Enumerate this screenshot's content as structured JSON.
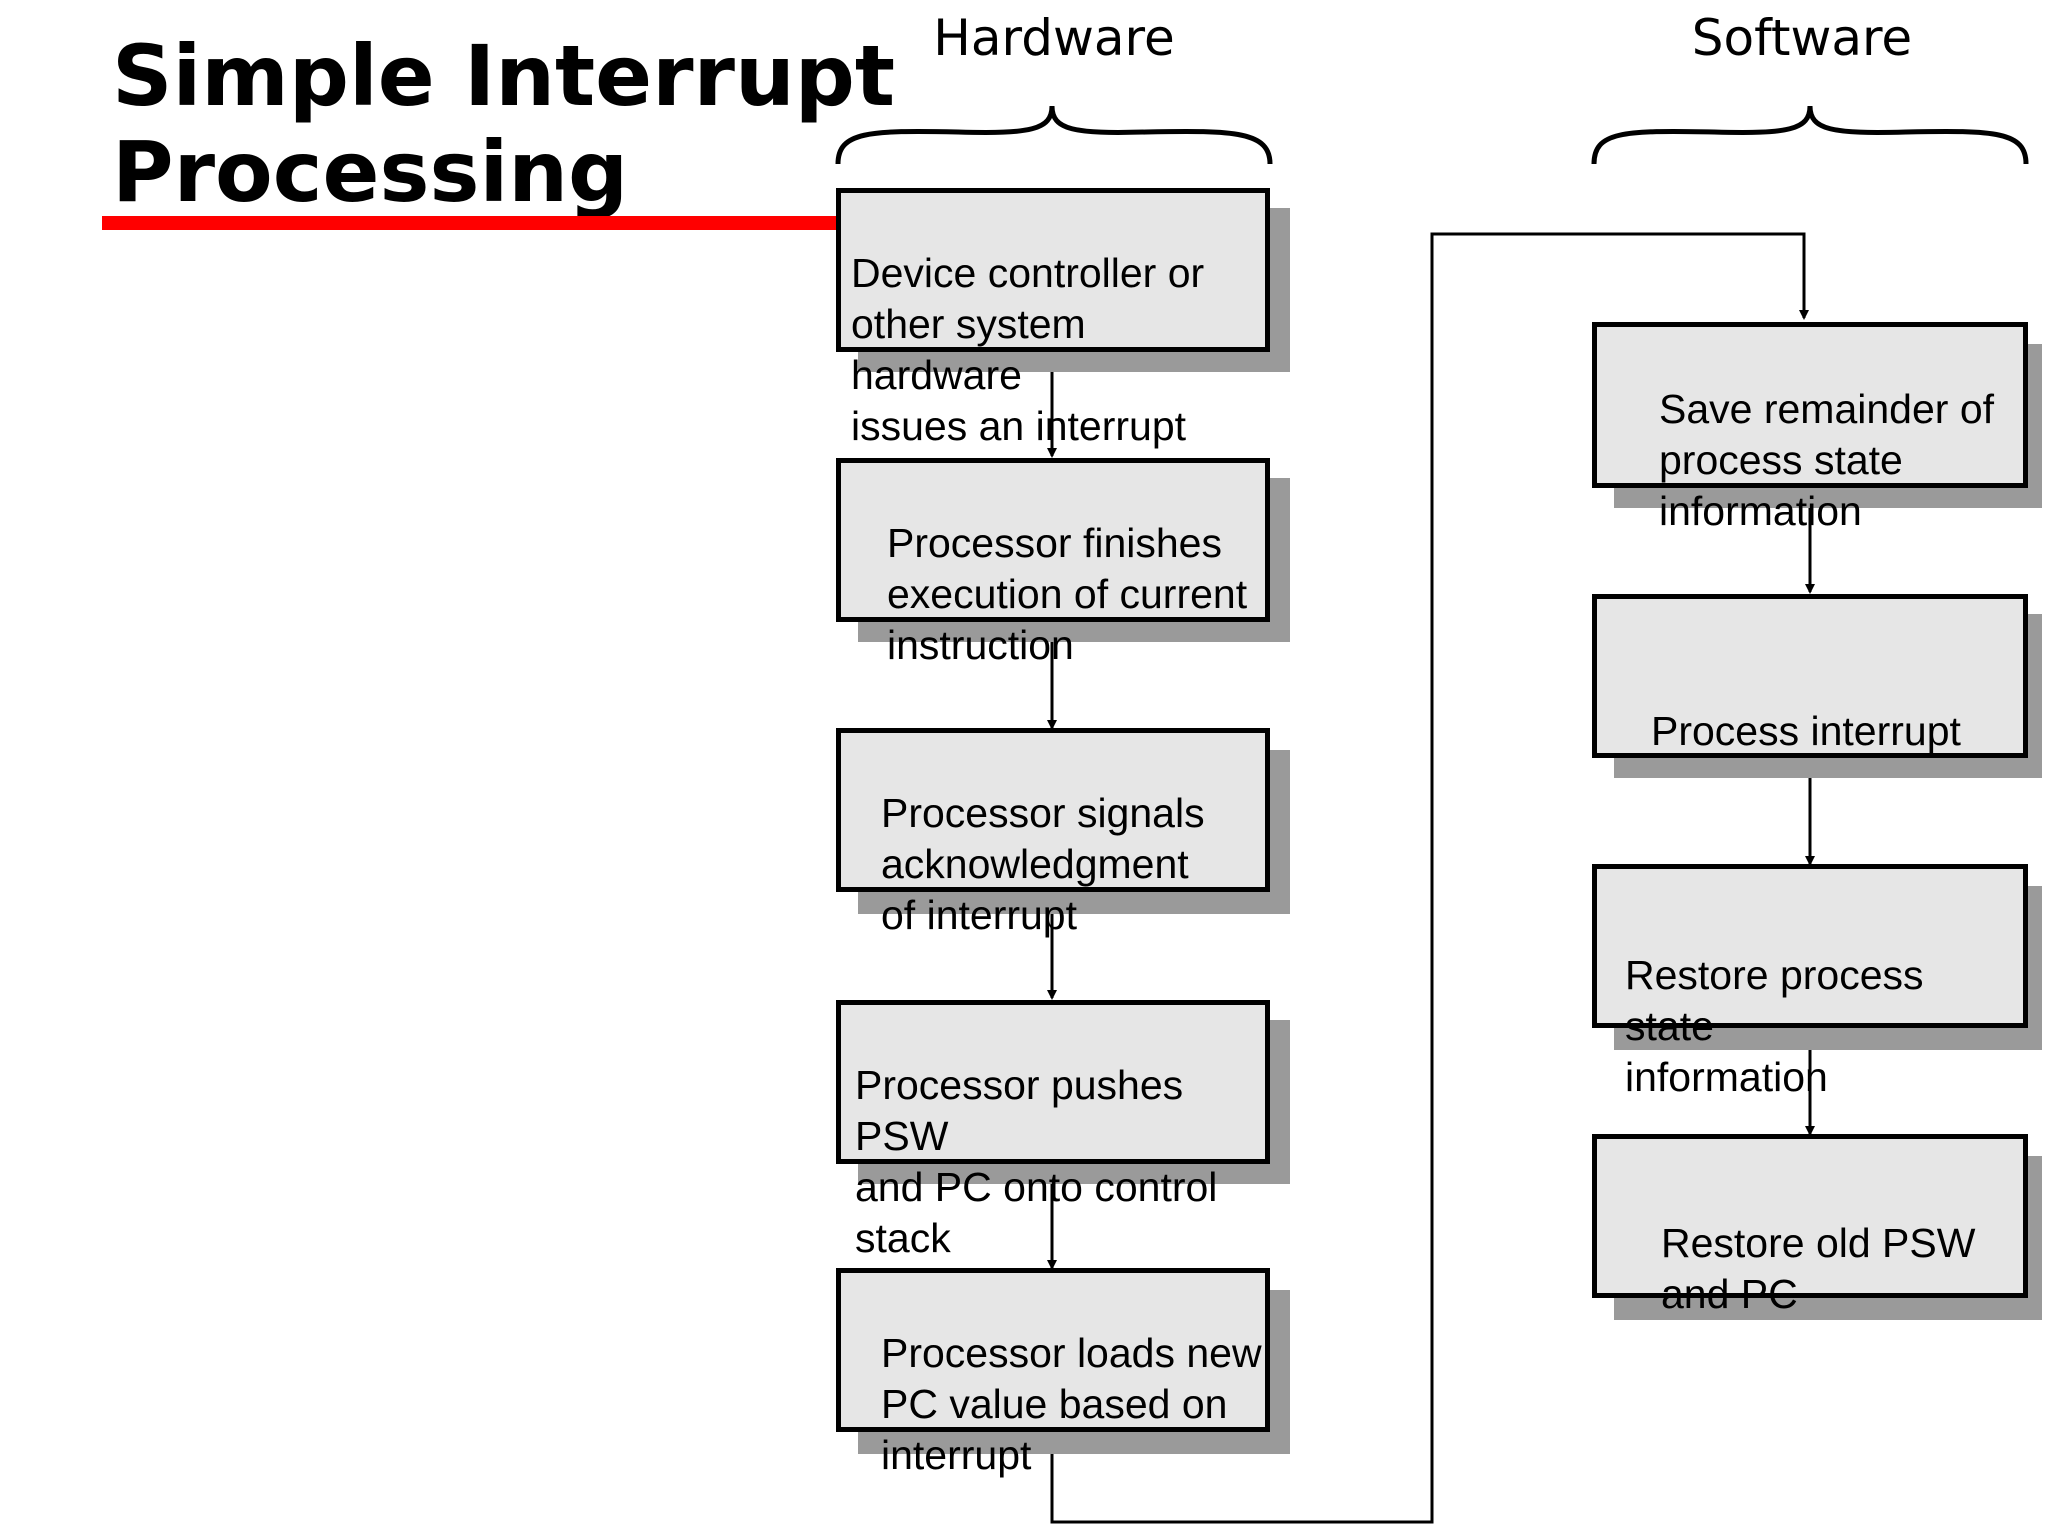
{
  "title": {
    "line1": "Simple Interrupt",
    "line2": "Processing"
  },
  "colors": {
    "accent_underline": "#ff0000",
    "box_fill": "#e6e6e6",
    "box_shadow": "#9a9a9a",
    "line": "#000000"
  },
  "hardware": {
    "label": "Hardware",
    "steps": [
      "Device controller or\nother system hardware\nissues an interrupt",
      "Processor finishes\nexecution of current\ninstruction",
      "Processor signals\nacknowledgment\nof interrupt",
      "Processor pushes PSW\nand PC onto control\nstack",
      "Processor loads new\nPC value based on\ninterrupt"
    ]
  },
  "software": {
    "label": "Software",
    "steps": [
      "Save remainder of\nprocess state\ninformation",
      "Process interrupt",
      "Restore process state\ninformation",
      "Restore old PSW\nand PC"
    ]
  }
}
